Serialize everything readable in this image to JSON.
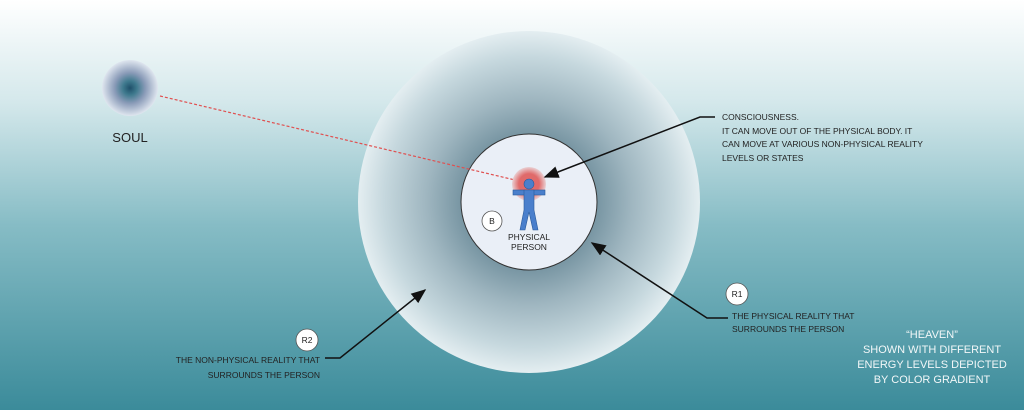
{
  "soul": {
    "label": "SOUL"
  },
  "person": {
    "label_lines": [
      "PHYSICAL",
      "PERSON"
    ],
    "badge": "B"
  },
  "consciousness": {
    "lines": [
      "CONSCIOUSNESS.",
      "IT CAN MOVE OUT OF THE PHYSICAL BODY.  IT",
      "CAN MOVE AT VARIOUS NON-PHYSICAL REALITY",
      "LEVELS OR STATES"
    ]
  },
  "r1": {
    "badge": "R1",
    "lines": [
      "THE PHYSICAL REALITY THAT",
      "SURROUNDS THE PERSON"
    ]
  },
  "r2": {
    "badge": "R2",
    "lines": [
      "THE NON-PHYSICAL REALITY THAT",
      "SURROUNDS THE PERSON"
    ]
  },
  "heaven": {
    "lines": [
      "“HEAVEN”",
      "SHOWN WITH DIFFERENT",
      "ENERGY LEVELS DEPICTED",
      "BY COLOR GRADIENT"
    ]
  },
  "colors": {
    "figure": "#4a7fcc",
    "glow": "#e06a6a",
    "dashed": "#e05050",
    "bg_bottom": "#3c8c9b"
  }
}
